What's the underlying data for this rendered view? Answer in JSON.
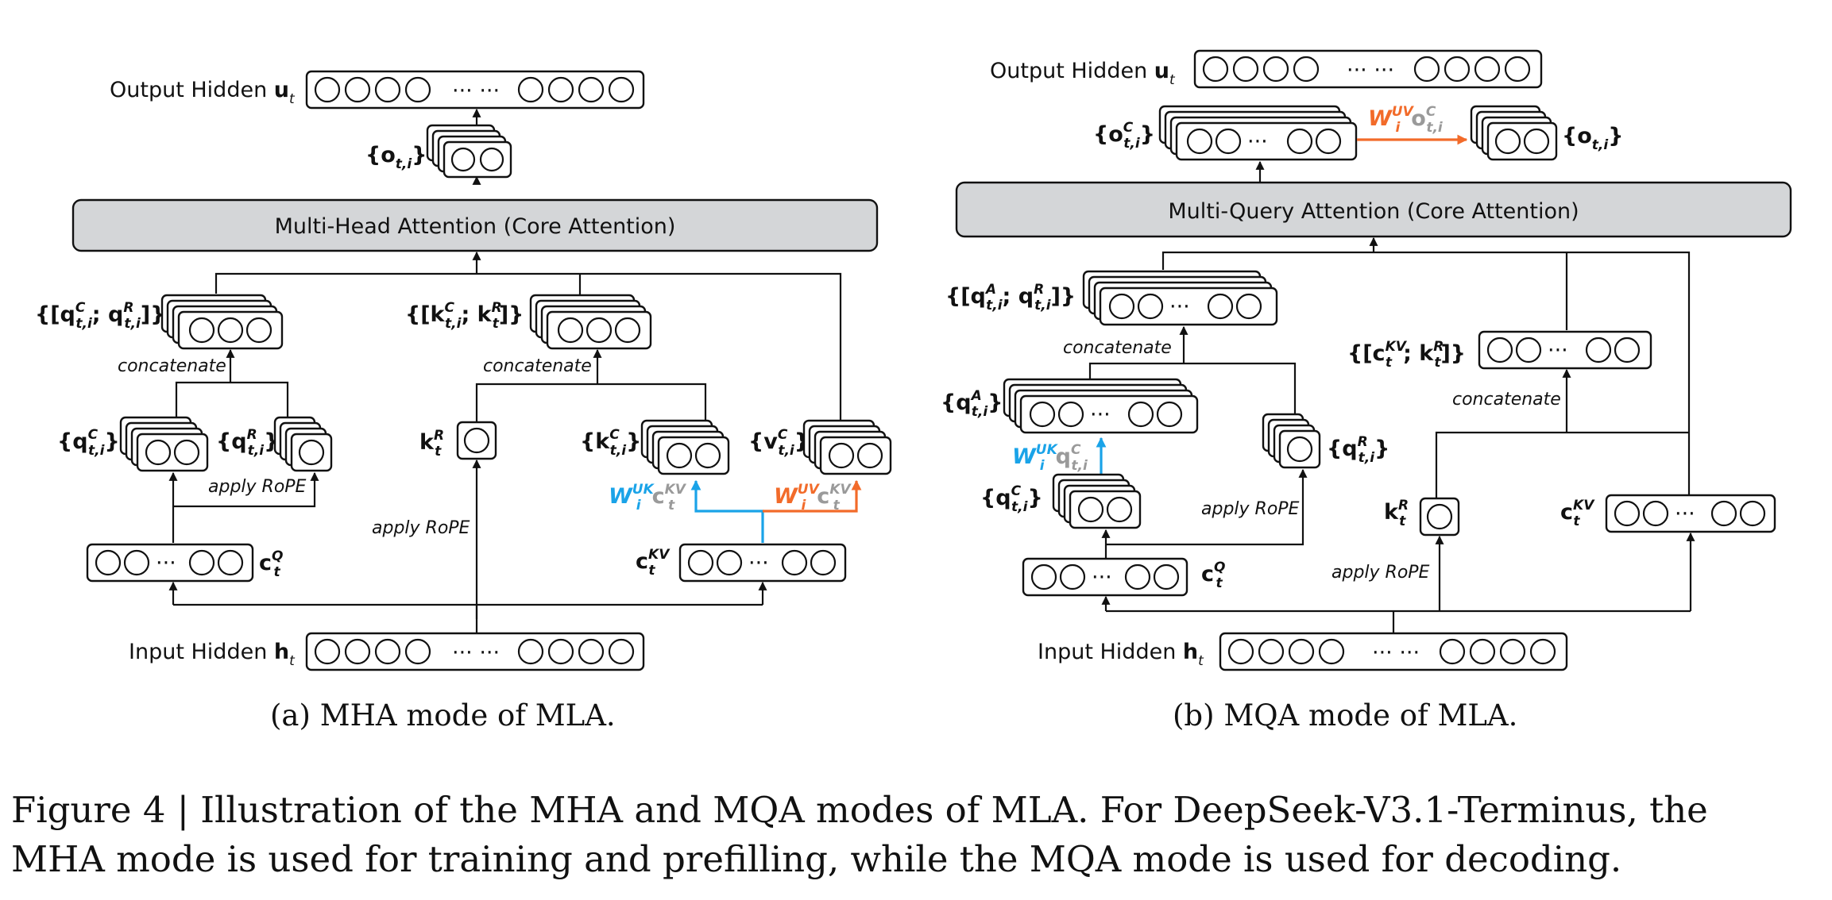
{
  "panel_a": {
    "output_hidden": "Output Hidden",
    "output_var": "u",
    "output_sub": "t",
    "o_label": "{o",
    "o_sub": "t,i",
    "o_close": "}",
    "core": "Multi-Head Attention (Core Attention)",
    "q_cat_open": "{[q",
    "q_cat_sup1": "C",
    "q_cat_sub1": "t,i",
    "q_cat_mid": "; q",
    "q_cat_sup2": "R",
    "q_cat_sub2": "t,i",
    "q_cat_close": "]}",
    "k_cat_open": "{[k",
    "k_cat_sup1": "C",
    "k_cat_sub1": "t,i",
    "k_cat_mid": "; k",
    "k_cat_sup2": "R",
    "k_cat_sub2": "t",
    "k_cat_close": "]}",
    "concat_q": "concatenate",
    "concat_k": "concatenate",
    "qc_open": "{q",
    "qc_sup": "C",
    "qc_sub": "t,i",
    "qc_close": "}",
    "qr_open": "{q",
    "qr_sup": "R",
    "qr_sub": "t,i",
    "qr_close": "}",
    "kr_var": "k",
    "kr_sup": "R",
    "kr_sub": "t",
    "kc_open": "{k",
    "kc_sup": "C",
    "kc_sub": "t,i",
    "kc_close": "}",
    "vc_open": "{v",
    "vc_sup": "C",
    "vc_sub": "t,i",
    "vc_close": "}",
    "apply_rope_q": "apply RoPE",
    "apply_rope_k": "apply RoPE",
    "wuk_w": "W",
    "wuk_sup": "UK",
    "wuk_sub": "i",
    "wuk_c": "c",
    "wuk_c_sup": "KV",
    "wuk_c_sub": "t",
    "wuv_w": "W",
    "wuv_sup": "UV",
    "wuv_sub": "i",
    "wuv_c": "c",
    "wuv_c_sup": "KV",
    "wuv_c_sub": "t",
    "cq_var": "c",
    "cq_sup": "Q",
    "cq_sub": "t",
    "ckv_var": "c",
    "ckv_sup": "KV",
    "ckv_sub": "t",
    "input_hidden": "Input Hidden",
    "input_var": "h",
    "input_sub": "t",
    "ellipsis_pair": "··· ···",
    "ellipsis": "···",
    "subcaption": "(a)  MHA mode of MLA."
  },
  "panel_b": {
    "output_hidden": "Output Hidden",
    "output_var": "u",
    "output_sub": "t",
    "oc_open": "{o",
    "oc_sup": "C",
    "oc_sub": "t,i",
    "oc_close": "}",
    "wuv_w": "W",
    "wuv_sup": "UV",
    "wuv_sub": "i",
    "wuv_o": "o",
    "wuv_o_sup": "C",
    "wuv_o_sub": "t,i",
    "o_open": "{o",
    "o_sub": "t,i",
    "o_close": "}",
    "core": "Multi-Query Attention (Core Attention)",
    "qa_cat_open": "{[q",
    "qa_cat_sup1": "A",
    "qa_cat_sub1": "t,i",
    "qa_cat_mid": "; q",
    "qa_cat_sup2": "R",
    "qa_cat_sub2": "t,i",
    "qa_cat_close": "]}",
    "concat_q": "concatenate",
    "ckv_cat_open": "{[c",
    "ckv_cat_sup1": "KV",
    "ckv_cat_sub1": "t",
    "ckv_cat_mid": "; k",
    "ckv_cat_sup2": "R",
    "ckv_cat_sub2": "t",
    "ckv_cat_close": "]}",
    "concat_kv": "concatenate",
    "qa_open": "{q",
    "qa_sup": "A",
    "qa_sub": "t,i",
    "qa_close": "}",
    "qr_open": "{q",
    "qr_sup": "R",
    "qr_sub": "t,i",
    "qr_close": "}",
    "wuk_w": "W",
    "wuk_sup": "UK",
    "wuk_sub": "i",
    "wuk_q": "q",
    "wuk_q_sup": "C",
    "wuk_q_sub": "t,i",
    "qc_open": "{q",
    "qc_sup": "C",
    "qc_sub": "t,i",
    "qc_close": "}",
    "apply_rope_q": "apply RoPE",
    "kr_var": "k",
    "kr_sup": "R",
    "kr_sub": "t",
    "ckv_var": "c",
    "ckv_sup": "KV",
    "ckv_sub": "t",
    "cq_var": "c",
    "cq_sup": "Q",
    "cq_sub": "t",
    "apply_rope_k": "apply RoPE",
    "input_hidden": "Input Hidden",
    "input_var": "h",
    "input_sub": "t",
    "ellipsis_pair": "··· ···",
    "ellipsis": "···",
    "subcaption": "(b)  MQA mode of MLA."
  },
  "caption": {
    "line1": "Figure 4 | Illustration of the MHA and MQA modes of MLA. For DeepSeek-V3.1-Terminus, the",
    "line2": "MHA mode is used for training and prefilling, while the MQA mode is used for decoding."
  }
}
